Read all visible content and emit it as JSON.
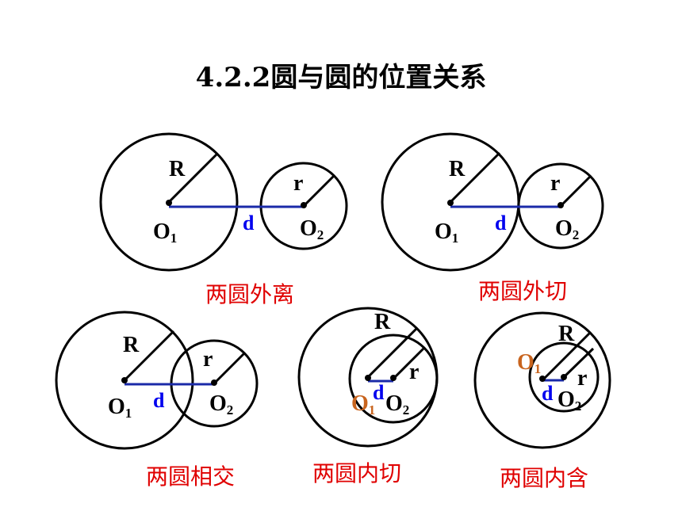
{
  "title": "4.2.2圆与圆的位置关系",
  "labels": {
    "R": "R",
    "r": "r",
    "O": "O",
    "sub1": "1",
    "sub2": "2",
    "d": "d"
  },
  "colors": {
    "distance_line": "#1a2aa8",
    "caption": "#e00000",
    "d_label": "#0000ee",
    "inner_center_label": "#c8641e"
  },
  "cases": [
    {
      "caption": "两圆外离"
    },
    {
      "caption": "两圆外切"
    },
    {
      "caption": "两圆相交"
    },
    {
      "caption": "两圆内切"
    },
    {
      "caption": "两圆内含"
    }
  ]
}
